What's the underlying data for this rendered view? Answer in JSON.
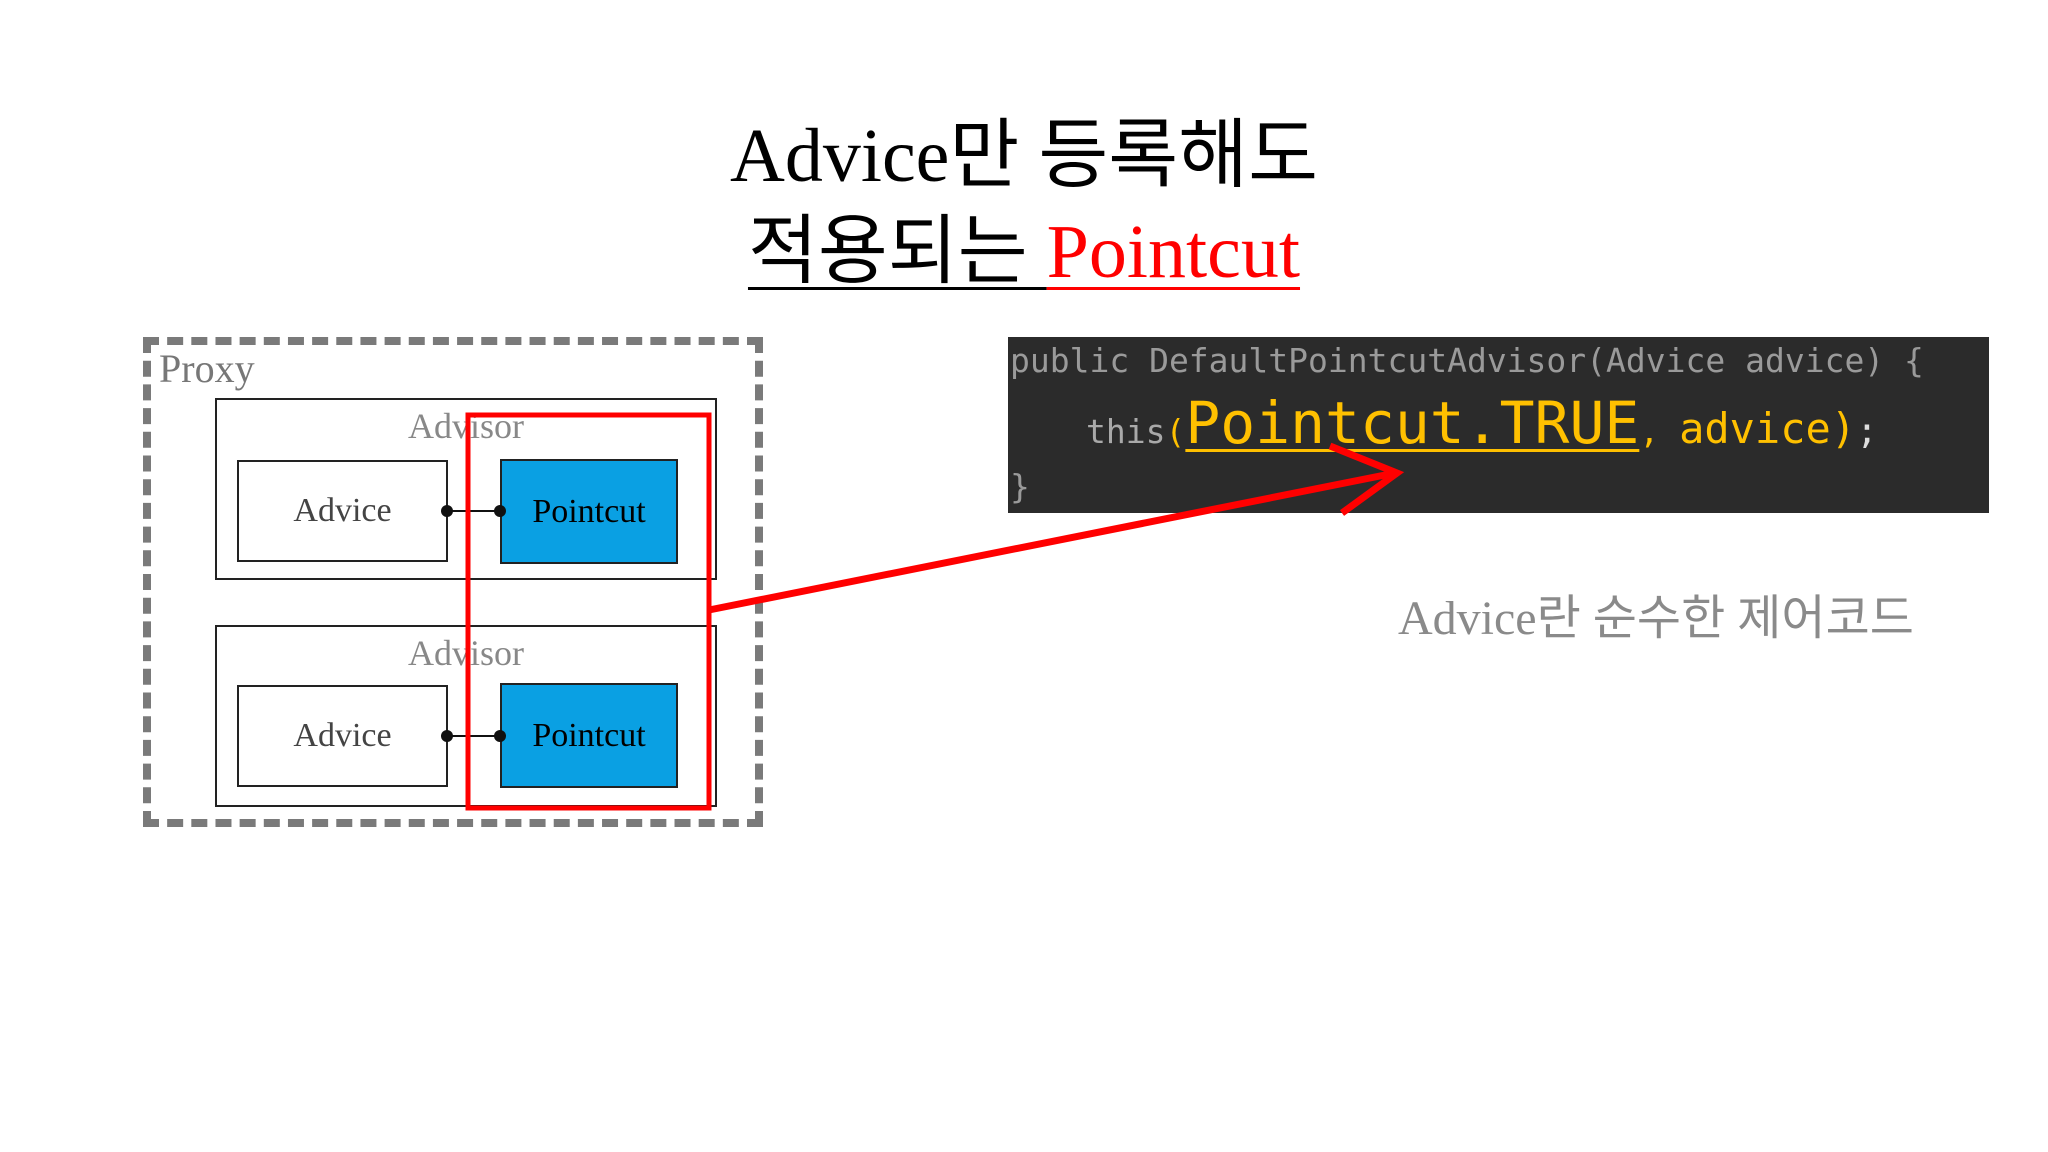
{
  "title": {
    "line1": "Advice만 등록해도",
    "line2_black": "적용되는 ",
    "line2_red": "Pointcut"
  },
  "diagram": {
    "proxy_label": "Proxy",
    "advisors": [
      {
        "label": "Advisor",
        "advice": "Advice",
        "pointcut": "Pointcut"
      },
      {
        "label": "Advisor",
        "advice": "Advice",
        "pointcut": "Pointcut"
      }
    ]
  },
  "code": {
    "line1": "public DefaultPointcutAdvisor(Advice advice) {",
    "line2_prefix": "this",
    "line2_open": "(",
    "line2_highlight": "Pointcut.TRUE",
    "line2_comma": ", ",
    "line2_arg": "advice)",
    "line2_semi": ";",
    "line3": "}"
  },
  "caption": "Advice란 순수한 제어코드",
  "colors": {
    "highlight_red": "#ff0000",
    "pointcut_blue": "#0aa0e3",
    "code_bg": "#2b2b2b",
    "code_highlight": "#ffc000"
  }
}
